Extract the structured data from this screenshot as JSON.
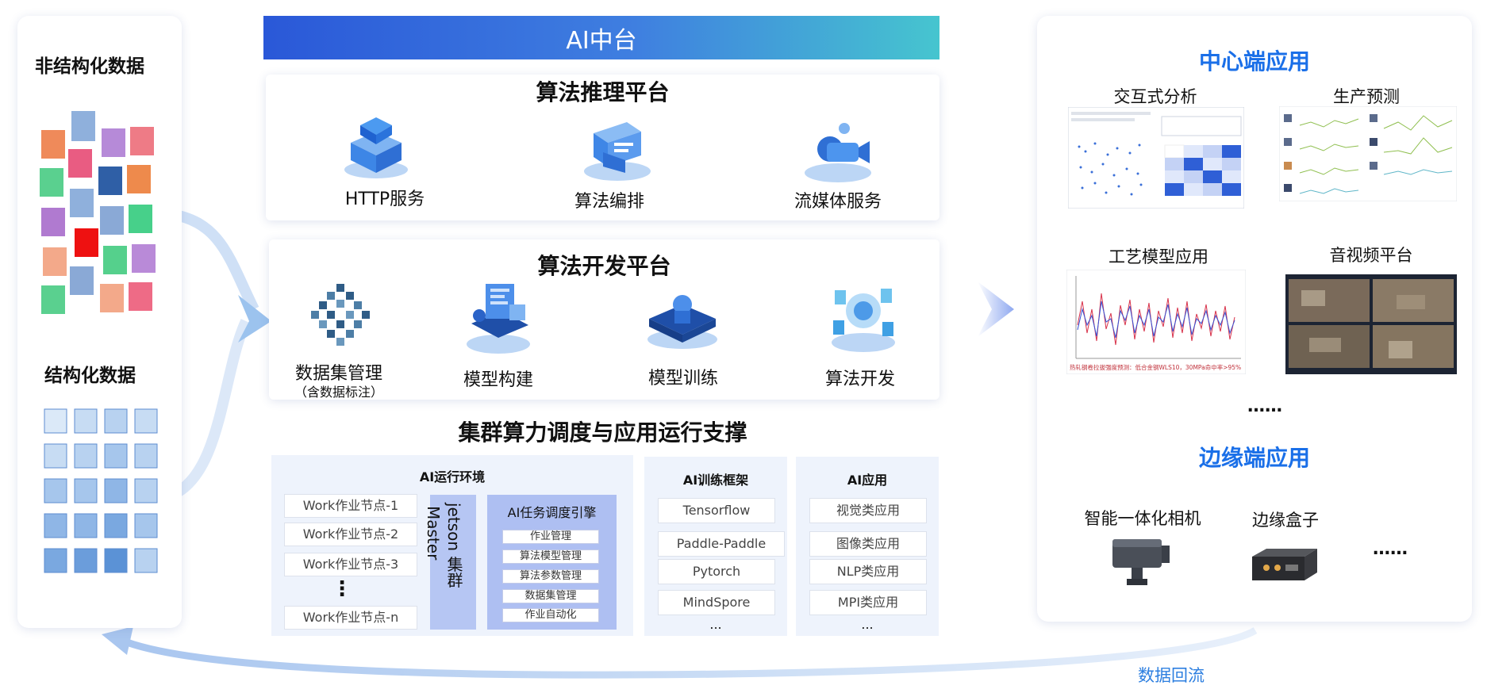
{
  "left": {
    "unstructured_title": "非结构化数据",
    "structured_title": "结构化数据"
  },
  "banner": "AI中台",
  "inference": {
    "title": "算法推理平台",
    "items": [
      "HTTP服务",
      "算法编排",
      "流媒体服务"
    ]
  },
  "dev": {
    "title": "算法开发平台",
    "items": [
      "数据集管理",
      "模型构建",
      "模型训练",
      "算法开发"
    ],
    "item0_sub": "（含数据标注）"
  },
  "cluster": {
    "title": "集群算力调度与应用运行支撑",
    "runtime_title": "AI运行环境",
    "nodes": [
      "Work作业节点-1",
      "Work作业节点-2",
      "Work作业节点-3",
      "Work作业节点-n"
    ],
    "vdots": "⋮",
    "jetson_line1": "jetson 集群",
    "jetson_line2": "Master",
    "engine_title": "AI任务调度引擎",
    "engine_items": [
      "作业管理",
      "算法模型管理",
      "算法参数管理",
      "数据集管理",
      "作业自动化"
    ],
    "framework_title": "AI训练框架",
    "frameworks": [
      "Tensorflow",
      "Paddle-Paddle",
      "Pytorch",
      "MindSpore"
    ],
    "apps_title": "AI应用",
    "apps": [
      "视觉类应用",
      "图像类应用",
      "NLP类应用",
      "MPI类应用"
    ],
    "more": "..."
  },
  "right": {
    "center_title": "中心端应用",
    "center_apps": [
      "交互式分析",
      "生产预测",
      "工艺模型应用",
      "音视频平台"
    ],
    "ellipsis": "……",
    "edge_title": "边缘端应用",
    "edge_apps": [
      "智能一体化相机",
      "边缘盒子"
    ],
    "process_caption": "热轧钢卷拉拔强度预测：低合金钢WLS10，30MPa命中率>95%"
  },
  "backflow_label": "数据回流",
  "colors": {
    "accent_blue": "#1a6fe8",
    "banner_start": "#2a58d8",
    "banner_end": "#46c5cf",
    "engine_bg": "#aebff2"
  }
}
